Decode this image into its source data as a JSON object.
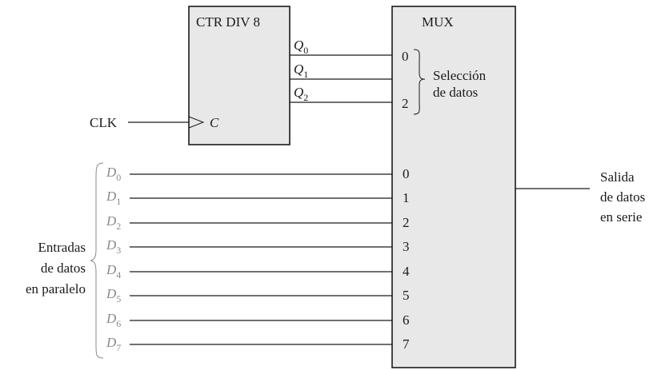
{
  "counter": {
    "title": "CTR DIV 8",
    "clock_input": "C",
    "outputs": [
      {
        "base": "Q",
        "sub": "0"
      },
      {
        "base": "Q",
        "sub": "1"
      },
      {
        "base": "Q",
        "sub": "2"
      }
    ]
  },
  "clk_label": "CLK",
  "mux": {
    "title": "MUX",
    "select_pins": [
      "0",
      "2"
    ],
    "data_pins": [
      "0",
      "1",
      "2",
      "3",
      "4",
      "5",
      "6",
      "7"
    ]
  },
  "select_label": [
    "Selección",
    "de datos"
  ],
  "data_inputs": [
    {
      "base": "D",
      "sub": "0"
    },
    {
      "base": "D",
      "sub": "1"
    },
    {
      "base": "D",
      "sub": "2"
    },
    {
      "base": "D",
      "sub": "3"
    },
    {
      "base": "D",
      "sub": "4"
    },
    {
      "base": "D",
      "sub": "5"
    },
    {
      "base": "D",
      "sub": "6"
    },
    {
      "base": "D",
      "sub": "7"
    }
  ],
  "parallel_label": [
    "Entradas",
    "de datos",
    "en paralelo"
  ],
  "output_label": [
    "Salida",
    "de datos",
    "en serie"
  ]
}
